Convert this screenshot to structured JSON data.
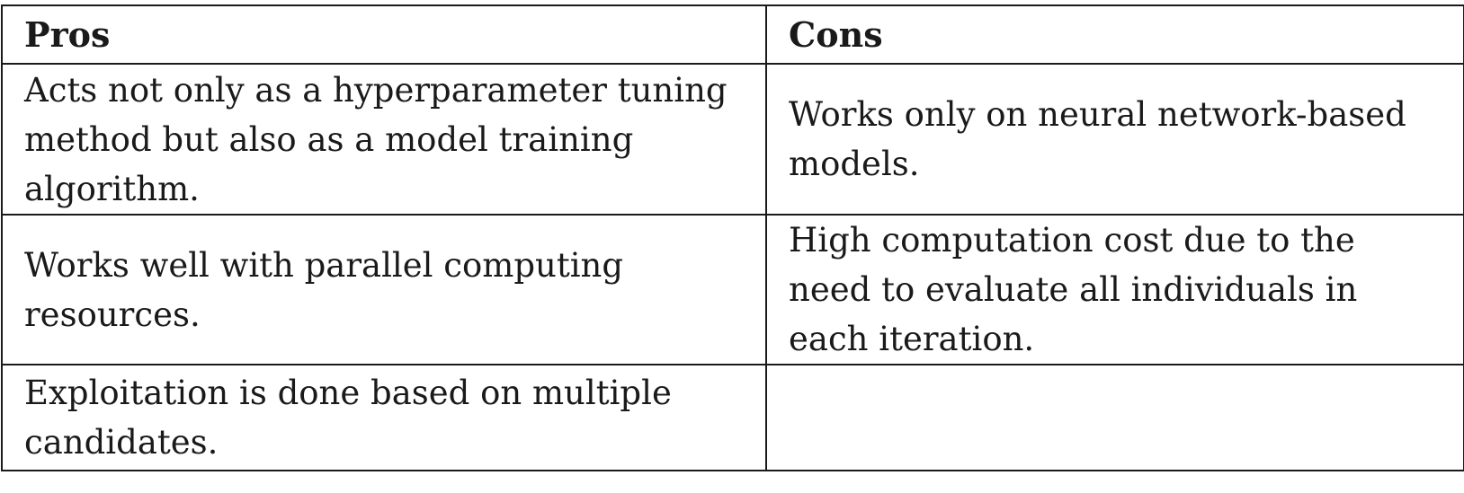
{
  "table": {
    "headers": {
      "pros": "Pros",
      "cons": "Cons"
    },
    "rows": [
      {
        "pros": "Acts not only as a hyperparameter tuning method but also as a model training algorithm.",
        "cons": "Works only on neural network-based models."
      },
      {
        "pros": "Works well with parallel computing resources.",
        "cons": "High computation cost due to the need to evaluate all individuals in each iteration."
      },
      {
        "pros": "Exploitation is done based on multiple candidates.",
        "cons": ""
      }
    ]
  }
}
